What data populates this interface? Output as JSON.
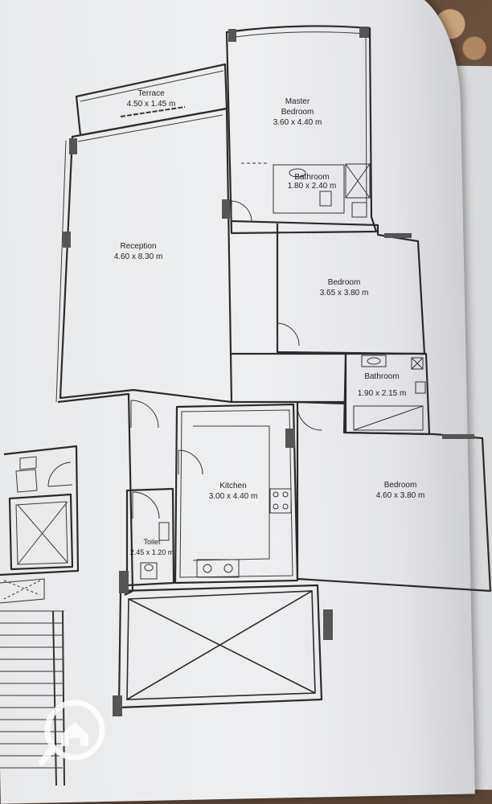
{
  "rooms": {
    "terrace": {
      "name": "Terrace",
      "size": "4.50 x 1.45 m"
    },
    "master": {
      "name_line1": "Master",
      "name_line2": "Bedroom",
      "size": "3.60 x 4.40 m"
    },
    "bath1": {
      "name": "Bathroom",
      "size": "1.80 x 2.40 m"
    },
    "reception": {
      "name": "Reception",
      "size": "4.60 x 8.30 m"
    },
    "bedroom2": {
      "name": "Bedroom",
      "size": "3.65 x 3.80 m"
    },
    "bath2": {
      "name": "Bathroom",
      "size": "1.90 x 2.15 m"
    },
    "kitchen": {
      "name": "Kitchen",
      "size": "3.00 x 4.40 m"
    },
    "bedroom3": {
      "name": "Bedroom",
      "size": "4.60 x 3.80 m"
    },
    "toilet": {
      "name": "Toilet",
      "size": "2.45 x 1.20 m"
    }
  },
  "watermark": {
    "icon": "home-logo-icon"
  }
}
